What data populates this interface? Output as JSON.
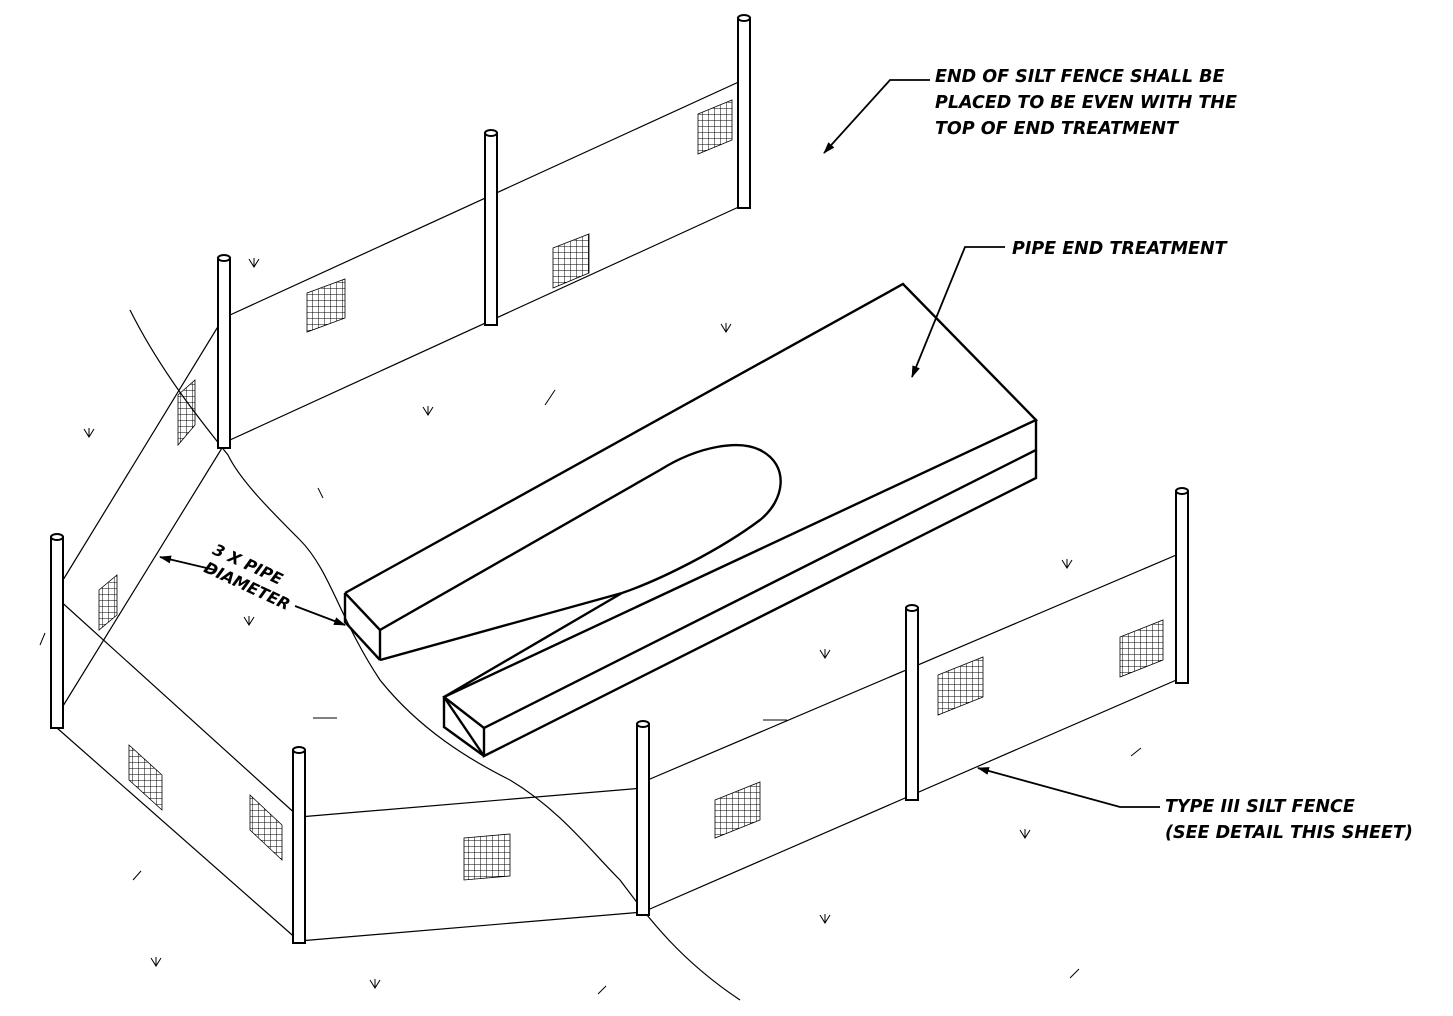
{
  "labels": {
    "end_of_fence": [
      "END OF SILT FENCE SHALL BE",
      "PLACED TO BE EVEN WITH THE",
      "TOP OF END TREATMENT"
    ],
    "pipe_end_treatment": "PIPE END TREATMENT",
    "pipe_diameter": [
      "3 X PIPE",
      "DIAMETER"
    ],
    "silt_fence": [
      "TYPE III SILT FENCE",
      "(SEE DETAIL THIS SHEET)"
    ]
  },
  "colors": {
    "line": "#000000",
    "background": "#ffffff"
  }
}
